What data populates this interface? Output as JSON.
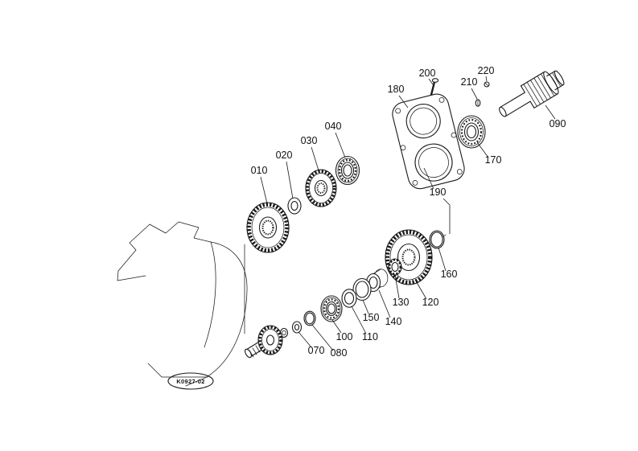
{
  "diagram": {
    "figure_code": "K0927-02",
    "ink_color": "#1a1a1a",
    "background_color": "#ffffff",
    "callouts": [
      {
        "label": "010"
      },
      {
        "label": "020"
      },
      {
        "label": "030"
      },
      {
        "label": "040"
      },
      {
        "label": "070"
      },
      {
        "label": "080"
      },
      {
        "label": "090"
      },
      {
        "label": "100"
      },
      {
        "label": "110"
      },
      {
        "label": "120"
      },
      {
        "label": "130"
      },
      {
        "label": "140"
      },
      {
        "label": "150"
      },
      {
        "label": "160"
      },
      {
        "label": "170"
      },
      {
        "label": "180"
      },
      {
        "label": "190"
      },
      {
        "label": "200"
      },
      {
        "label": "210"
      },
      {
        "label": "220"
      }
    ]
  }
}
